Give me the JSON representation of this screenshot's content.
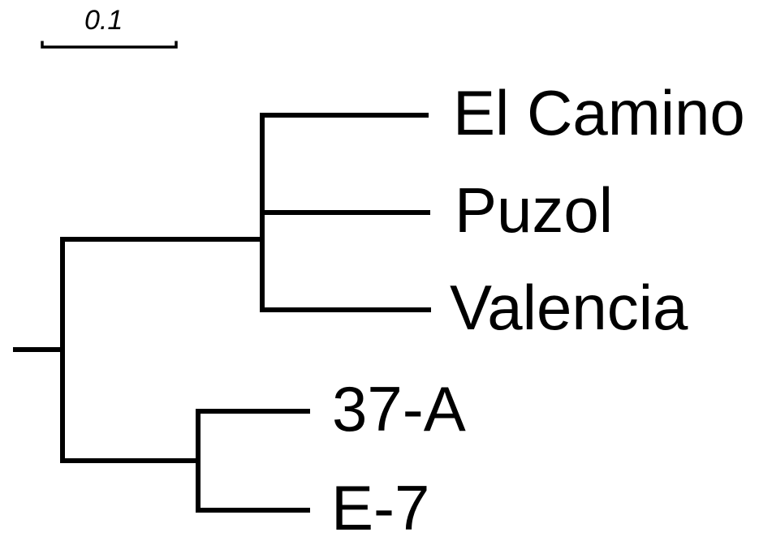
{
  "figure": {
    "type": "phylogenetic-tree",
    "background": "#ffffff",
    "line_color": "#000000"
  },
  "scale_bar": {
    "label": "0.1"
  },
  "tree": {
    "taxa": [
      {
        "name": "El Camino"
      },
      {
        "name": "Puzol"
      },
      {
        "name": "Valencia"
      },
      {
        "name": "37-A"
      },
      {
        "name": "E-7"
      }
    ],
    "topology": {
      "root_children": [
        {
          "clade": [
            "El Camino",
            "Puzol",
            "Valencia"
          ]
        },
        {
          "clade": [
            "37-A",
            "E-7"
          ]
        }
      ]
    }
  }
}
